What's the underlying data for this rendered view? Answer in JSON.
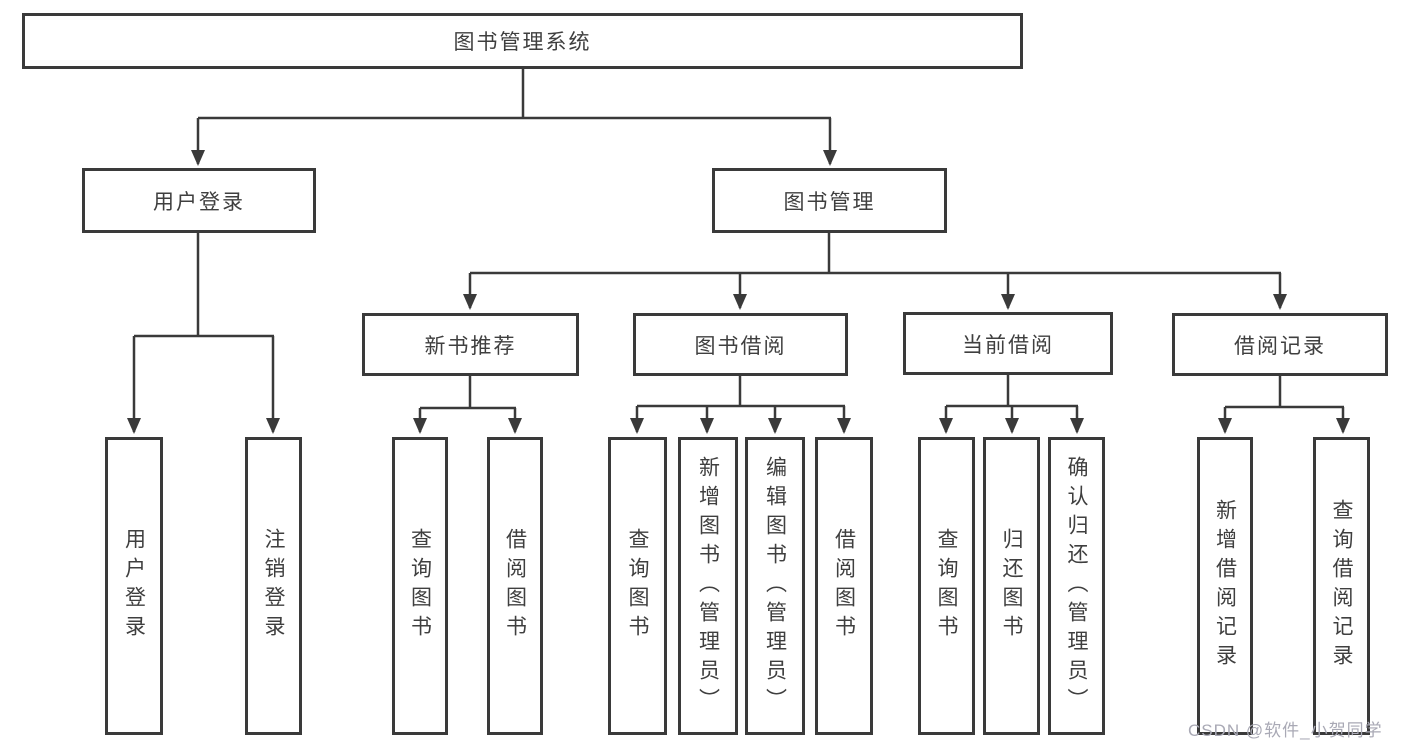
{
  "tree": {
    "root": {
      "label": "图书管理系统"
    },
    "level2": [
      {
        "label": "用户登录",
        "children": [
          {
            "label": "用户登录"
          },
          {
            "label": "注销登录"
          }
        ]
      },
      {
        "label": "图书管理",
        "children": [
          {
            "label": "新书推荐",
            "children": [
              {
                "label": "查询图书"
              },
              {
                "label": "借阅图书"
              }
            ]
          },
          {
            "label": "图书借阅",
            "children": [
              {
                "label": "查询图书"
              },
              {
                "label": "新增图书（管理员）"
              },
              {
                "label": "编辑图书（管理员）"
              },
              {
                "label": "借阅图书"
              }
            ]
          },
          {
            "label": "当前借阅",
            "children": [
              {
                "label": "查询图书"
              },
              {
                "label": "归还图书"
              },
              {
                "label": "确认归还（管理员）"
              }
            ]
          },
          {
            "label": "借阅记录",
            "children": [
              {
                "label": "新增借阅记录"
              },
              {
                "label": "查询借阅记录"
              }
            ]
          }
        ]
      }
    ]
  },
  "watermark": {
    "text": "CSDN @软件_小贺同学"
  },
  "colors": {
    "line": "#3a3a3a",
    "box_border": "#3a3a3a",
    "text": "#3f3f3f",
    "background": "#ffffff",
    "watermark": "#a9a9b5"
  }
}
